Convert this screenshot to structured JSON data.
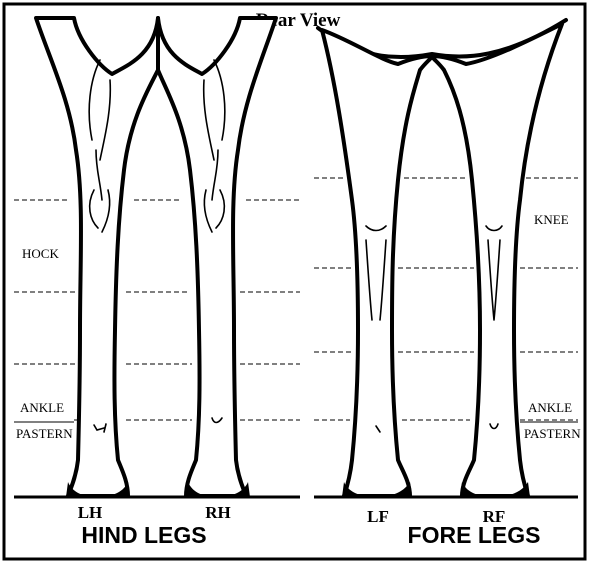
{
  "title": "Rear View",
  "sections": {
    "hind": {
      "title": "HIND LEGS",
      "legs": [
        "LH",
        "RH"
      ]
    },
    "fore": {
      "title": "FORE LEGS",
      "legs": [
        "LF",
        "RF"
      ]
    }
  },
  "zone_labels": {
    "hock": "HOCK",
    "knee": "KNEE",
    "ankle_left": "ANKLE",
    "pastern_left": "PASTERN",
    "ankle_right": "ANKLE",
    "pastern_right": "PASTERN"
  }
}
